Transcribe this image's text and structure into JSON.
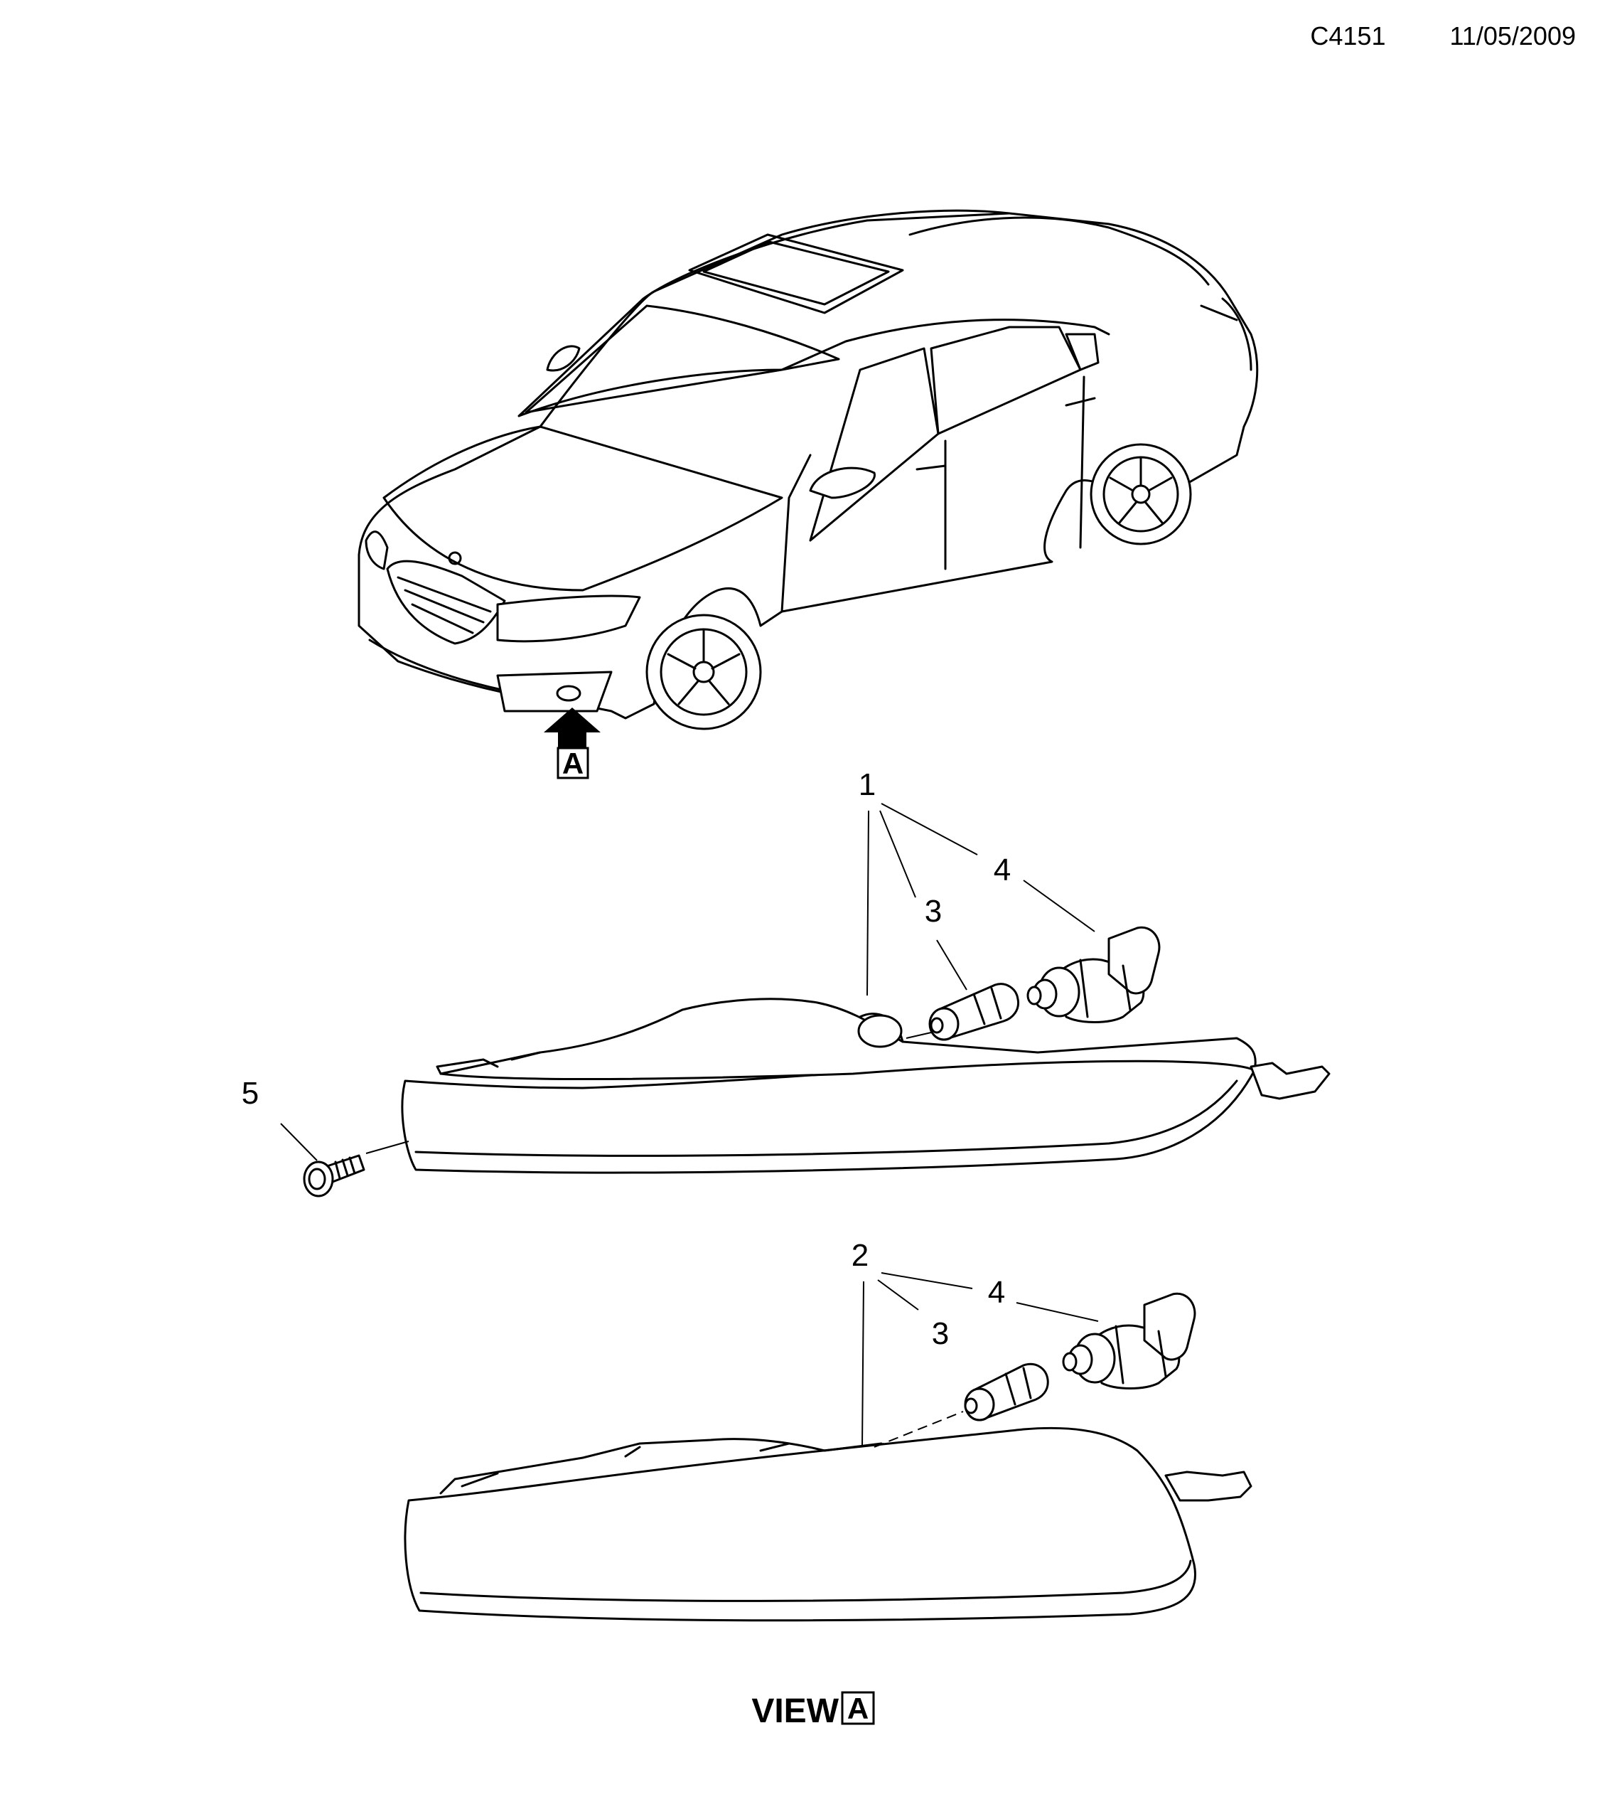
{
  "header": {
    "drawing_code": "C4151",
    "date": "11/05/2009"
  },
  "view_marker": {
    "letter": "A"
  },
  "callouts": {
    "upper_lamp_assembly": "1",
    "lower_lamp_assembly": "2",
    "bulb_upper": "3",
    "socket_upper": "4",
    "bulb_lower": "3",
    "socket_lower": "4",
    "screw": "5"
  },
  "view_label": {
    "word": "VIEW",
    "letter": "A"
  }
}
